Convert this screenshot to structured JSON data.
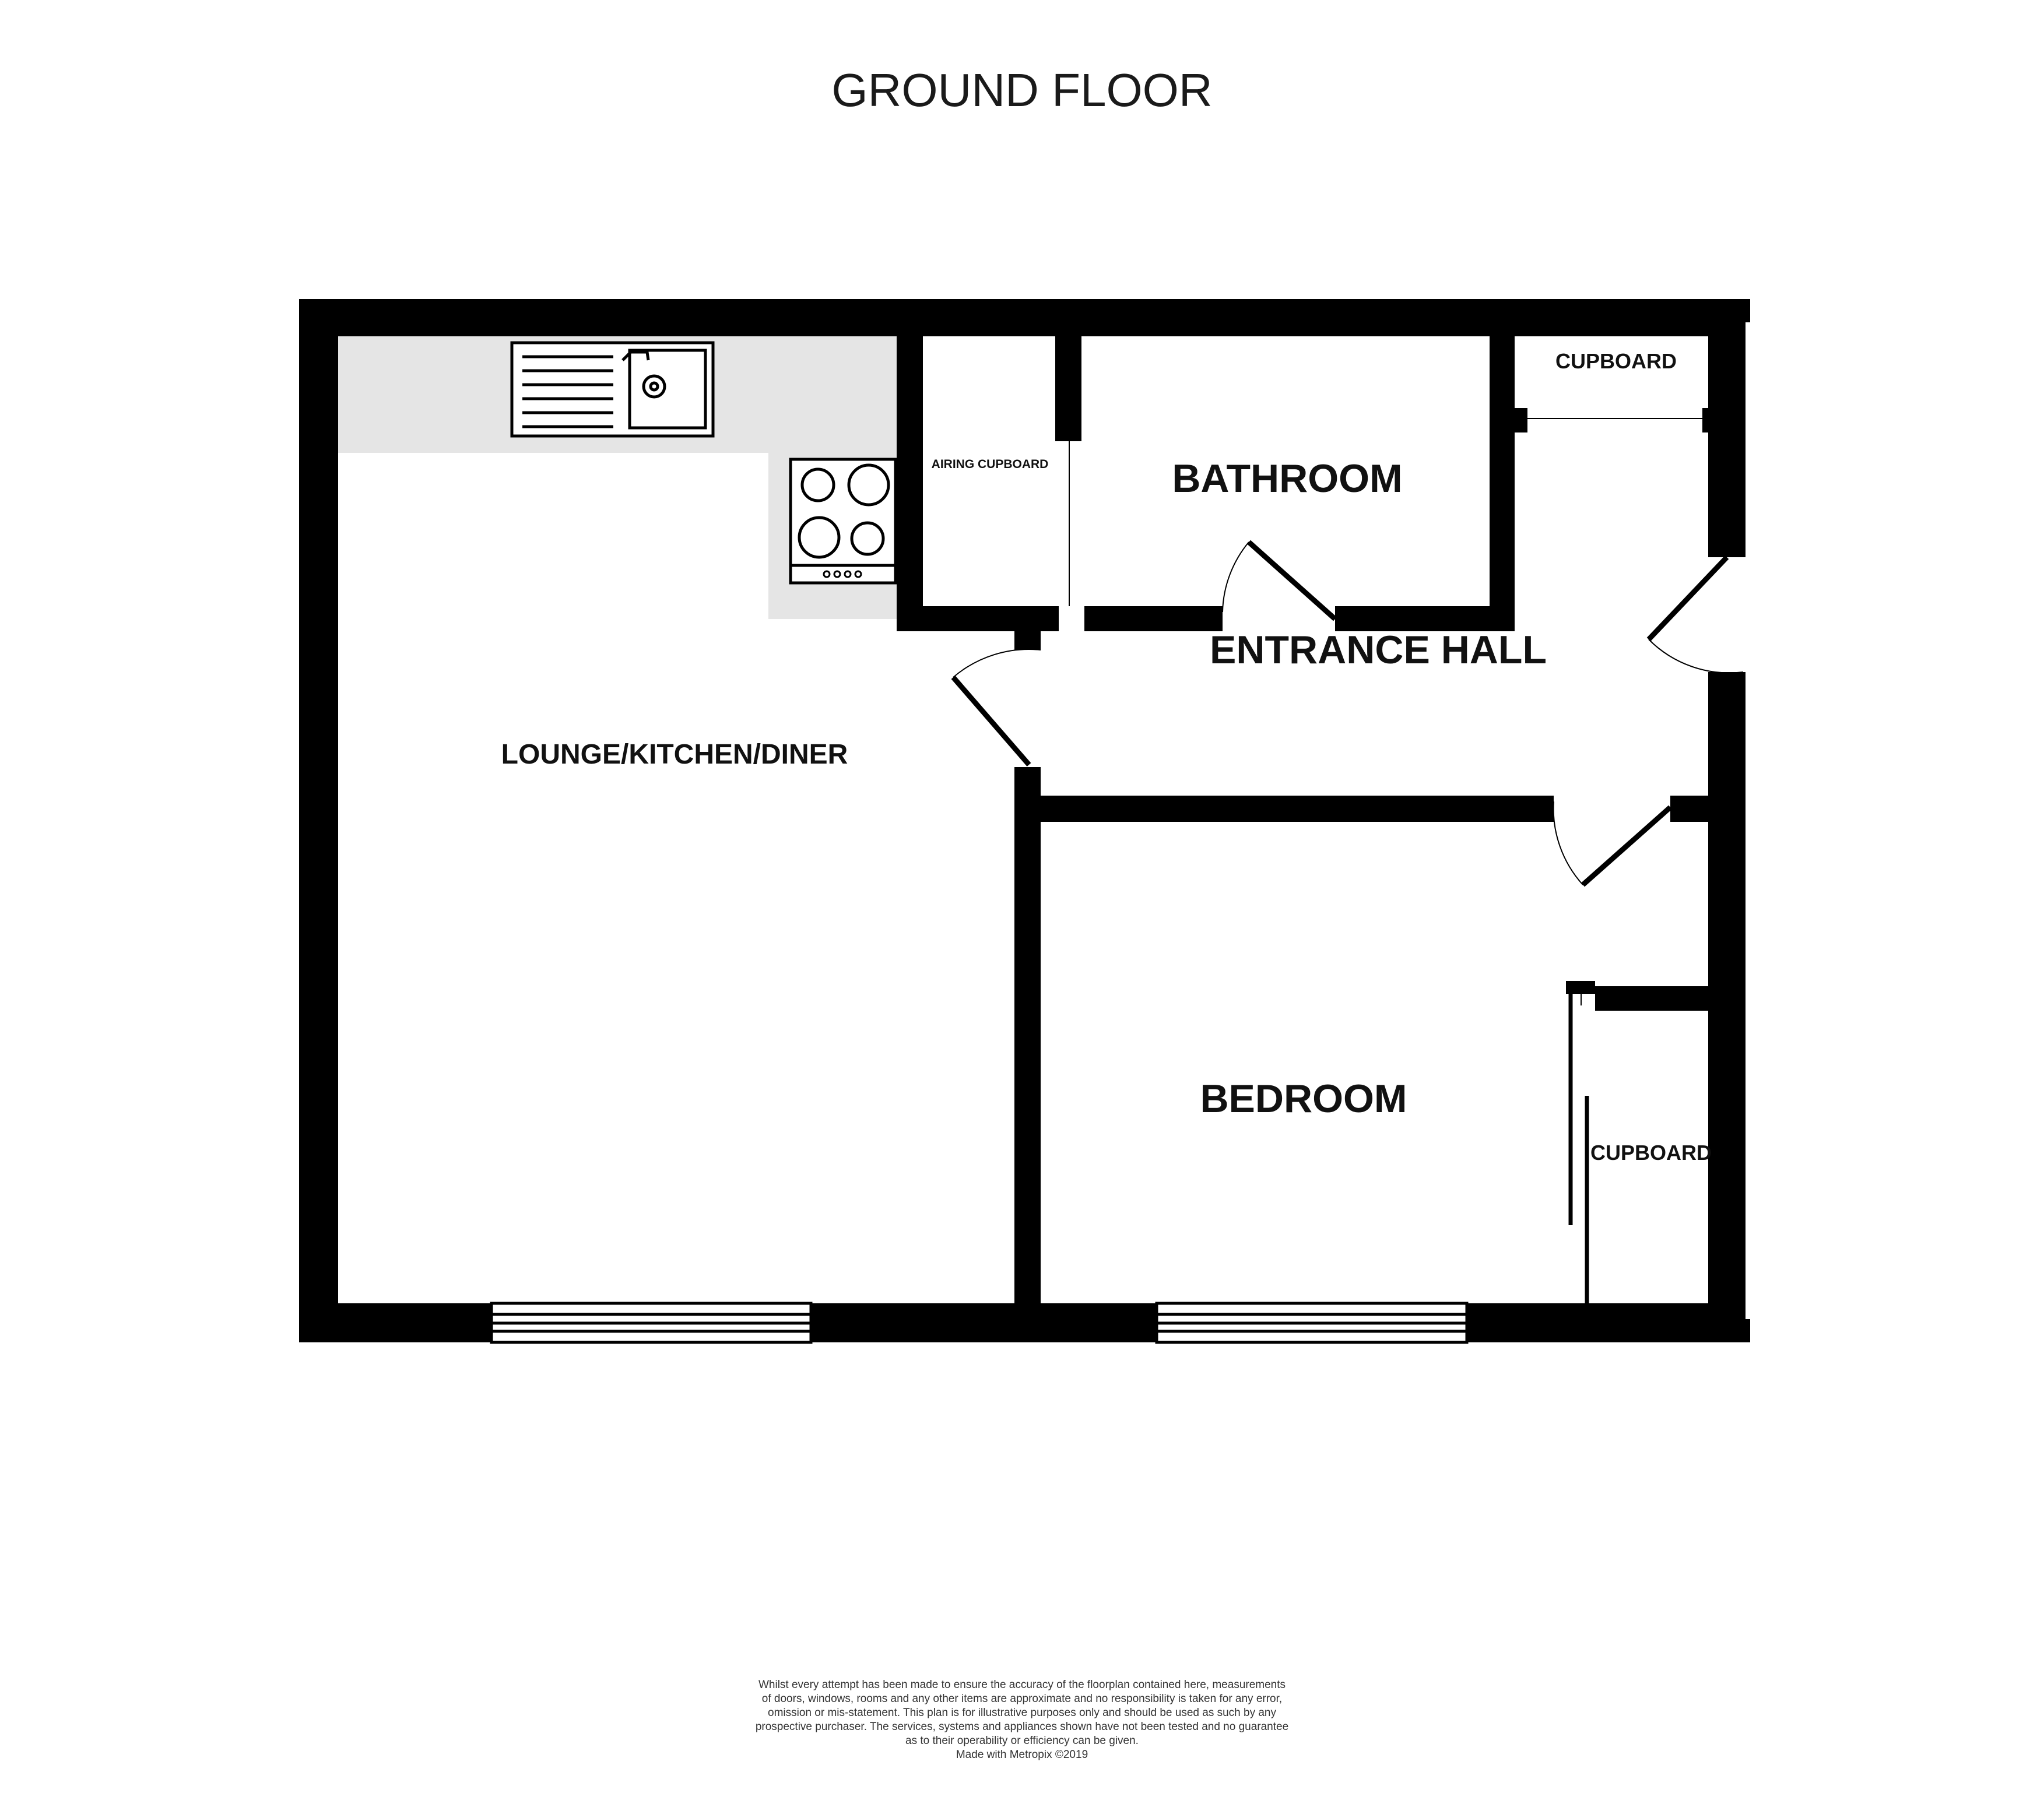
{
  "title": "GROUND FLOOR",
  "rooms": {
    "lounge": "LOUNGE/KITCHEN/DINER",
    "airing": "AIRING CUPBOARD",
    "bathroom": "BATHROOM",
    "cupboard_top": "CUPBOARD",
    "hall": "ENTRANCE HALL",
    "bedroom": "BEDROOM",
    "cupboard_bed": "CUPBOARD"
  },
  "disclaimer": [
    "Whilst every attempt has been made to ensure the accuracy of the floorplan contained here, measurements",
    "of doors, windows, rooms and any other items are approximate and no responsibility is taken for any error,",
    "omission or mis-statement. This plan is for illustrative purposes only and should be used as such by any",
    "prospective purchaser. The services, systems and appliances shown have not been tested and no guarantee",
    "as to their operability or efficiency can be given.",
    "Made with Metropix ©2019"
  ],
  "colors": {
    "wall": "#000000",
    "worktop": "#e5e5e5",
    "background": "#ffffff"
  }
}
